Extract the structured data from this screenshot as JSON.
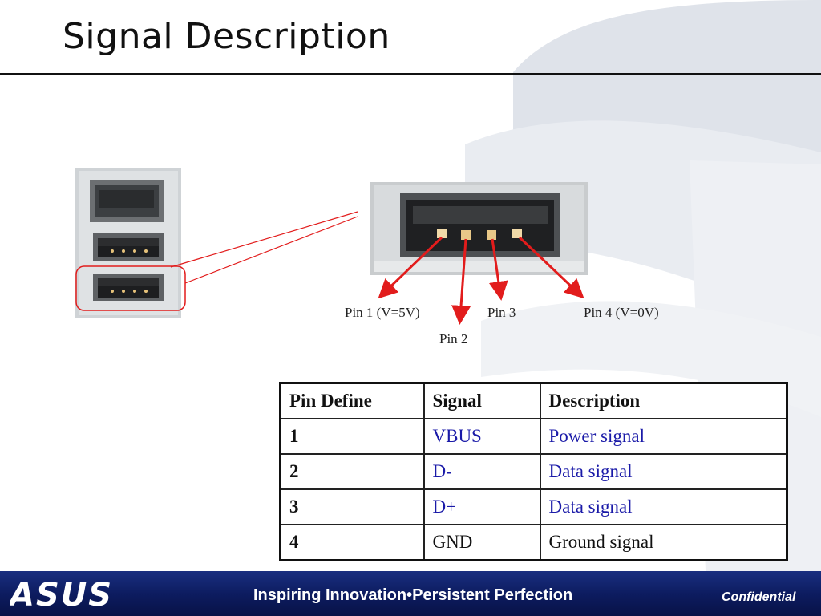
{
  "slide": {
    "title": "Signal Description"
  },
  "diagram": {
    "pin_labels": [
      "Pin 1 (V=5V)",
      "Pin 2",
      "Pin 3",
      "Pin 4 (V=0V)"
    ],
    "arrow_color": "#e21c1c"
  },
  "table": {
    "headers": [
      "Pin Define",
      "Signal",
      "Description"
    ],
    "rows": [
      {
        "pin": "1",
        "signal": "VBUS",
        "description": "Power signal"
      },
      {
        "pin": "2",
        "signal": "D-",
        "description": "Data signal"
      },
      {
        "pin": "3",
        "signal": "D+",
        "description": "Data signal"
      },
      {
        "pin": "4",
        "signal": "GND",
        "description": "Ground signal"
      }
    ]
  },
  "footer": {
    "logo_text": "ASUS",
    "tagline_part1": "Inspiring Innovation",
    "separator": "•",
    "tagline_part2": "Persistent Perfection",
    "confidential": "Confidential",
    "background_color": "#0d1c60"
  }
}
